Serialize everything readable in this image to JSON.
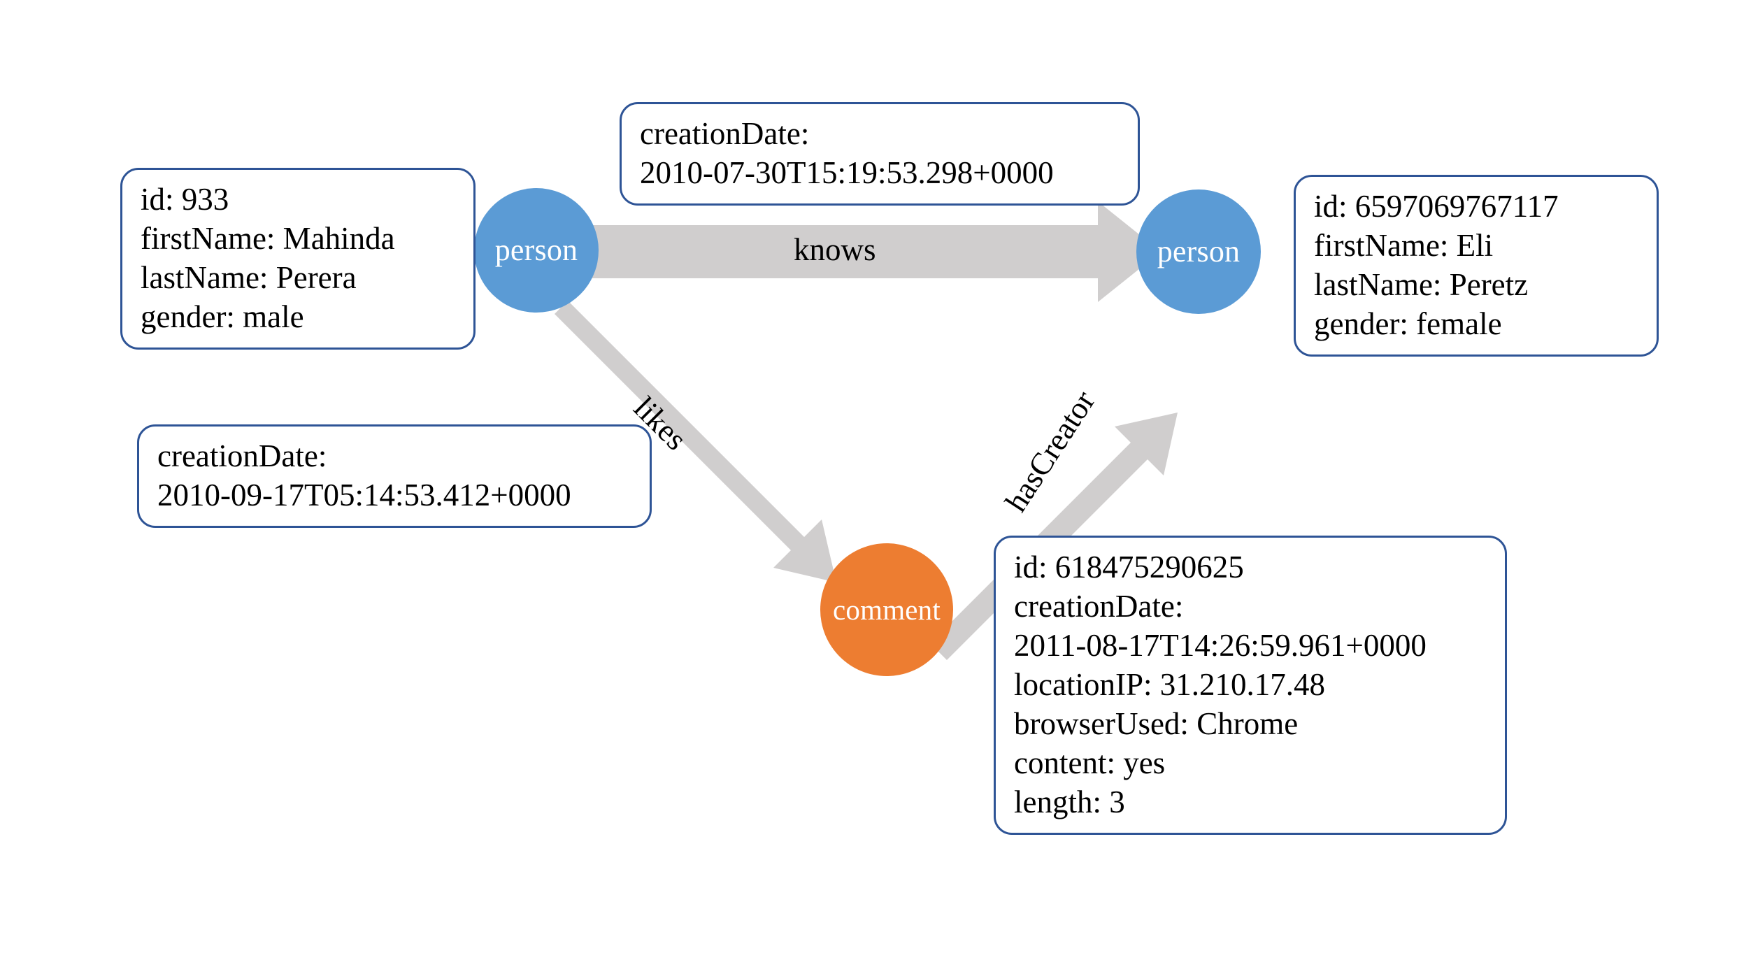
{
  "diagram": {
    "type": "property-graph",
    "background_color": "#FFFFFF",
    "node_colors": {
      "person": "#5B9BD5",
      "comment": "#ED7D31"
    },
    "edge_color": "#D0CECE",
    "box_border_color": "#2E5496"
  },
  "nodes": {
    "person_left": {
      "label": "person"
    },
    "person_right": {
      "label": "person"
    },
    "comment": {
      "label": "comment"
    }
  },
  "edges": {
    "knows": {
      "label": "knows"
    },
    "likes": {
      "label": "likes"
    },
    "has_creator": {
      "label": "hasCreator"
    }
  },
  "boxes": {
    "person_left_props": {
      "lines": [
        "id: 933",
        "firstName: Mahinda",
        "lastName: Perera",
        "gender: male"
      ]
    },
    "knows_props": {
      "lines": [
        "creationDate:",
        "2010-07-30T15:19:53.298+0000"
      ]
    },
    "person_right_props": {
      "lines": [
        "id: 6597069767117",
        "firstName: Eli",
        "lastName: Peretz",
        "gender: female"
      ]
    },
    "likes_props": {
      "lines": [
        "creationDate:",
        "2010-09-17T05:14:53.412+0000"
      ]
    },
    "comment_props": {
      "lines": [
        "id: 618475290625",
        "creationDate:",
        "2011-08-17T14:26:59.961+0000",
        "locationIP: 31.210.17.48",
        "browserUsed: Chrome",
        "content: yes",
        "length: 3"
      ]
    }
  }
}
